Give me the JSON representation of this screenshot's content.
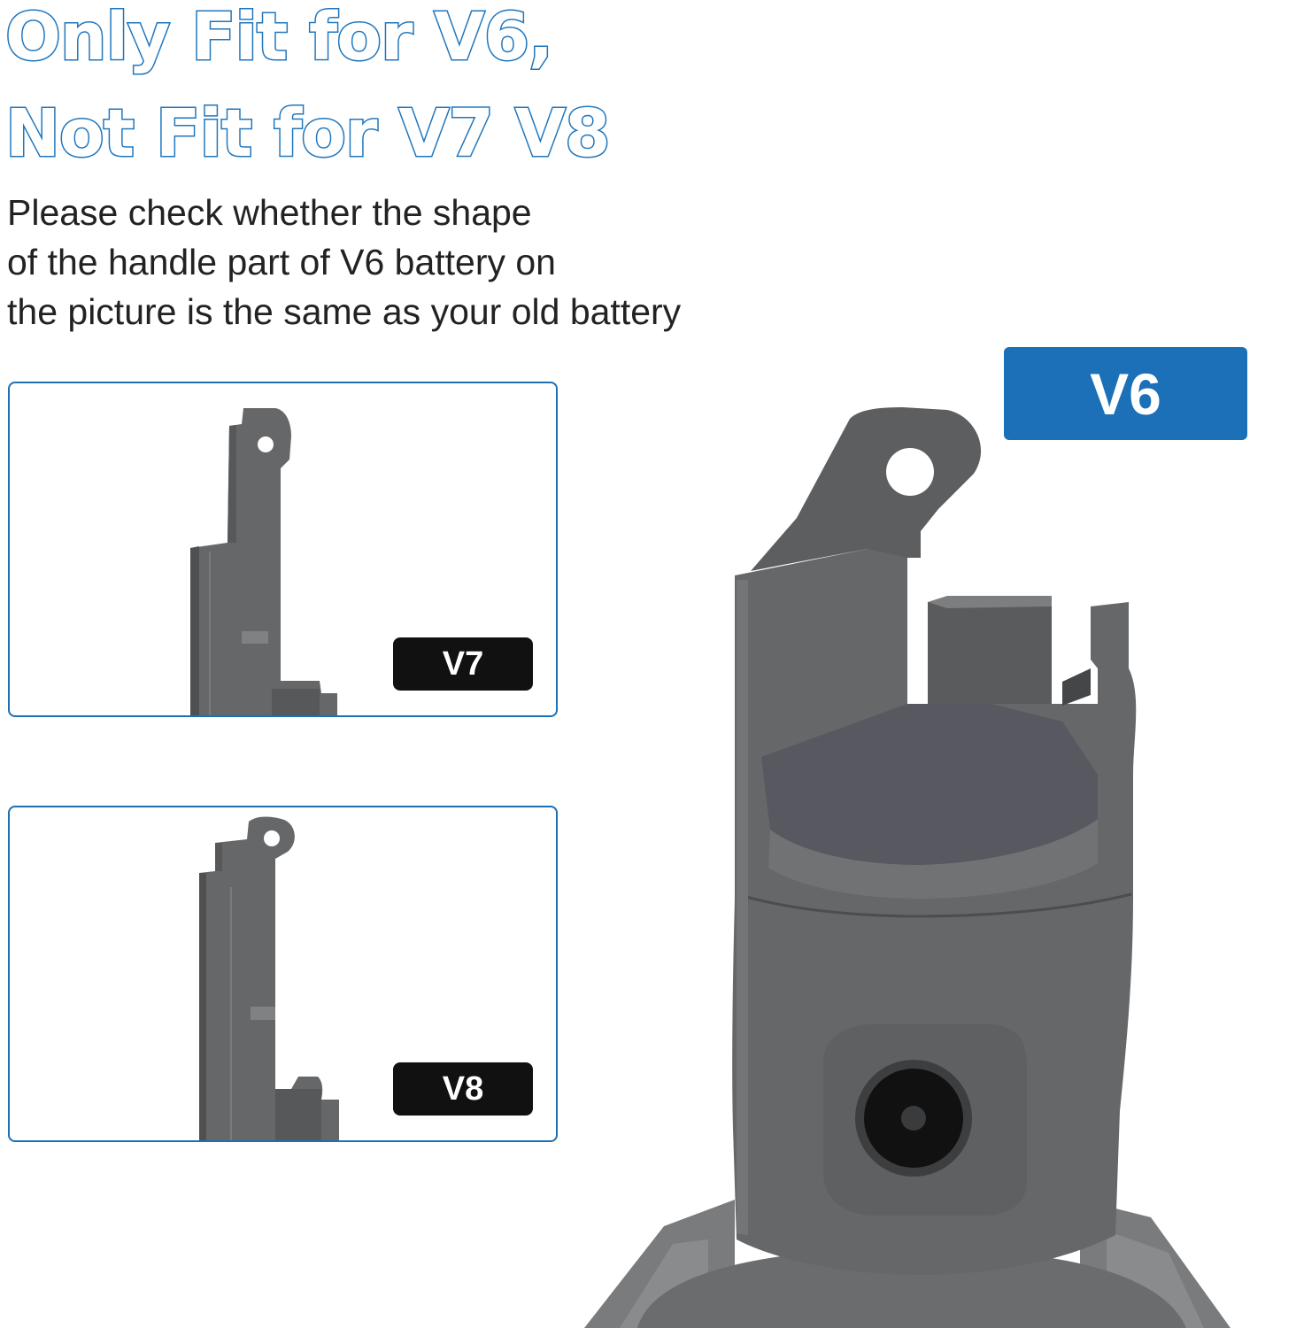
{
  "headline": {
    "line1": "Only Fit for V6,",
    "line2": "Not Fit for V7 V8"
  },
  "description": {
    "line1": "Please check whether the shape",
    "line2": "of the handle part of V6 battery on",
    "line3": "the picture is the same as your old battery"
  },
  "comparisons": [
    {
      "label": "V7"
    },
    {
      "label": "V8"
    }
  ],
  "main_product": {
    "label": "V6"
  },
  "colors": {
    "headline_outline": "#1f76bd",
    "panel_border": "#1f6fb5",
    "v6_badge": "#1b70b8",
    "model_badge": "#111111",
    "battery_gray": "#666769"
  }
}
